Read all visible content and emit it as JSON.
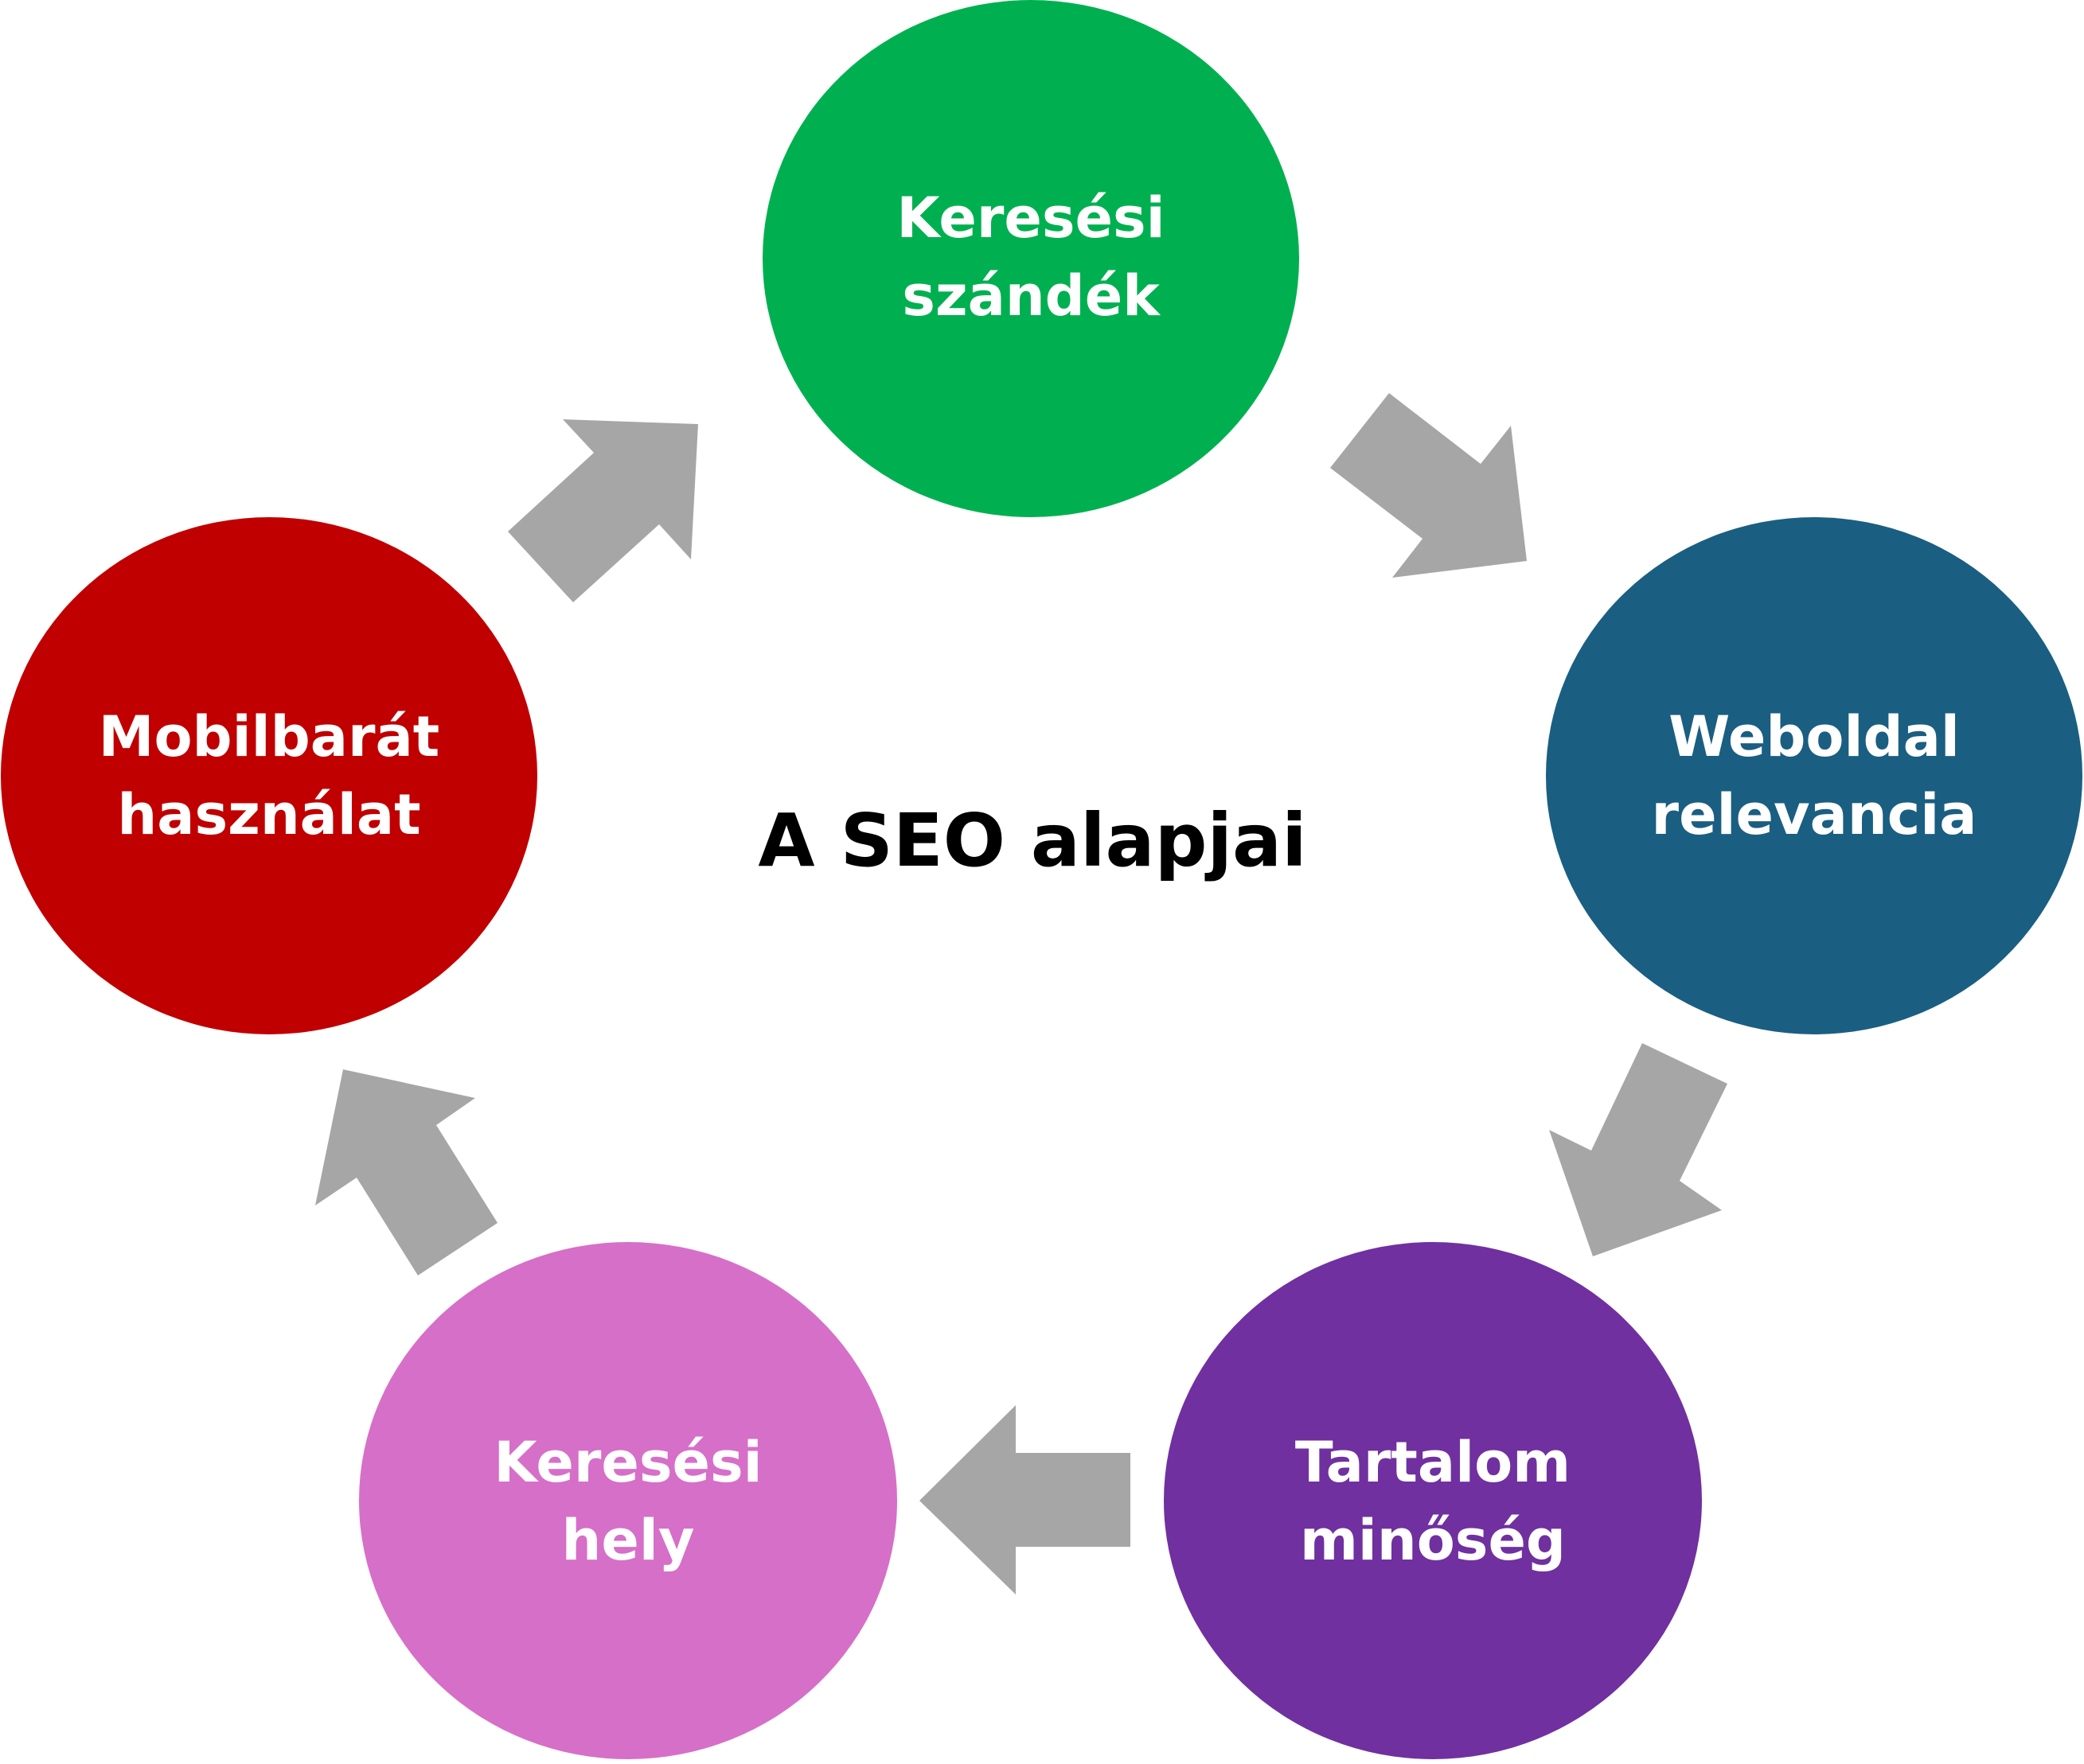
{
  "diagram": {
    "title": "A SEO alapjai",
    "colors": {
      "background": "#ffffff",
      "arrow": "#a6a6a6",
      "title": "#000000",
      "node_text": "#ffffff"
    },
    "nodes": [
      {
        "id": "keresesi-szandek",
        "line1": "Keresési",
        "line2": "szándék",
        "color": "#00b050"
      },
      {
        "id": "weboldal-relevancia",
        "line1": "Weboldal",
        "line2": "relevancia",
        "color": "#1a5e82"
      },
      {
        "id": "tartalom-minoseg",
        "line1": "Tartalom",
        "line2": "minőség",
        "color": "#7030a0"
      },
      {
        "id": "keresesi-hely",
        "line1": "Keresési",
        "line2": "hely",
        "color": "#d66fc8"
      },
      {
        "id": "mobilbarat-hasznalat",
        "line1": "Mobilbarát",
        "line2": "használat",
        "color": "#c00000"
      }
    ],
    "arrows": [
      {
        "from": "keresesi-szandek",
        "to": "weboldal-relevancia"
      },
      {
        "from": "weboldal-relevancia",
        "to": "tartalom-minoseg"
      },
      {
        "from": "tartalom-minoseg",
        "to": "keresesi-hely"
      },
      {
        "from": "keresesi-hely",
        "to": "mobilbarat-hasznalat"
      },
      {
        "from": "mobilbarat-hasznalat",
        "to": "keresesi-szandek"
      }
    ]
  }
}
